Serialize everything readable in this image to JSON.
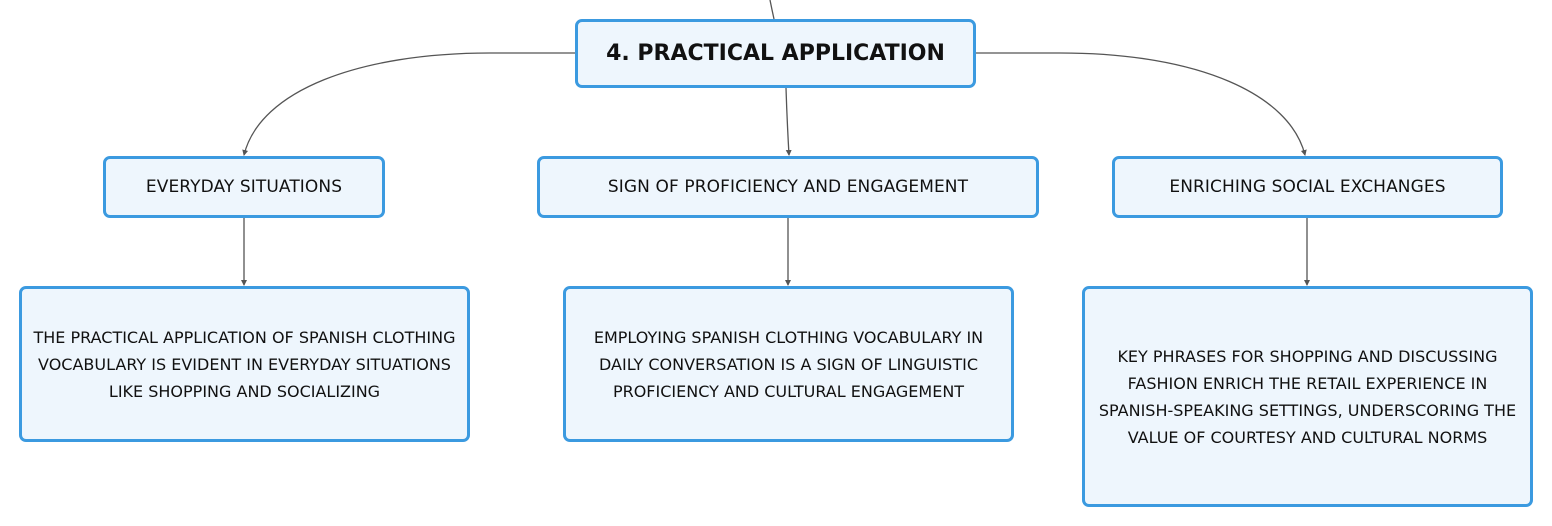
{
  "diagram": {
    "root": {
      "label": "4. PRACTICAL APPLICATION"
    },
    "branches": [
      {
        "label": "EVERYDAY SITUATIONS",
        "detail": "THE PRACTICAL APPLICATION OF SPANISH CLOTHING VOCABULARY IS EVIDENT IN EVERYDAY SITUATIONS LIKE SHOPPING AND SOCIALIZING"
      },
      {
        "label": "SIGN OF PROFICIENCY AND ENGAGEMENT",
        "detail": "EMPLOYING SPANISH CLOTHING VOCABULARY IN DAILY CONVERSATION IS A SIGN OF LINGUISTIC PROFICIENCY AND CULTURAL ENGAGEMENT"
      },
      {
        "label": "ENRICHING SOCIAL EXCHANGES",
        "detail": "KEY PHRASES FOR SHOPPING AND DISCUSSING FASHION ENRICH THE RETAIL EXPERIENCE IN SPANISH-SPEAKING SETTINGS, UNDERSCORING THE VALUE OF COURTESY AND CULTURAL NORMS"
      }
    ]
  },
  "colors": {
    "node_border": "#3b9ae0",
    "node_fill": "#eef6fd",
    "connector": "#555555",
    "text": "#111111"
  }
}
